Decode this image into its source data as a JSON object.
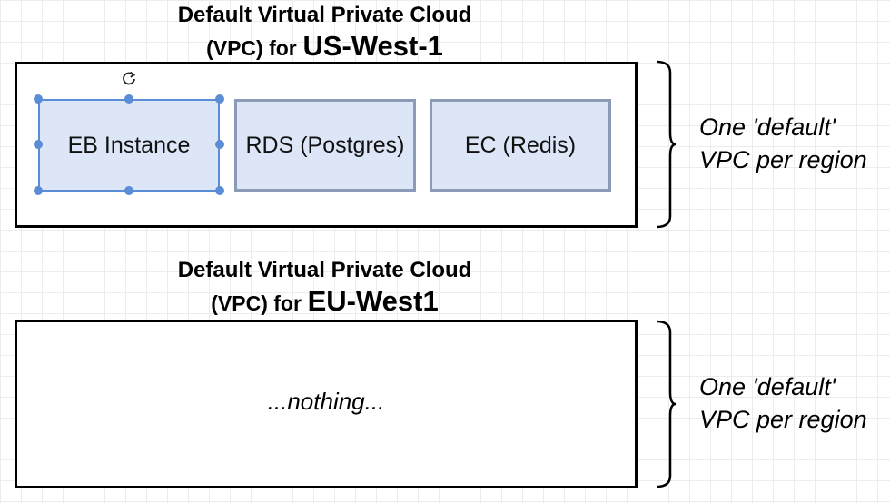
{
  "vpc1": {
    "title_line1": "Default Virtual Private Cloud",
    "title_prefix": "(VPC) for",
    "title_region": "US-West-1",
    "services": [
      "EB Instance",
      "RDS (Postgres)",
      "EC (Redis)"
    ],
    "note_line1": "One 'default'",
    "note_line2": "VPC per region"
  },
  "vpc2": {
    "title_line1": "Default Virtual Private Cloud",
    "title_prefix": "(VPC) for",
    "title_region": "EU-West1",
    "empty_text": "...nothing...",
    "note_line1": "One 'default'",
    "note_line2": "VPC per region"
  },
  "colors": {
    "service_fill": "#dce6f7",
    "service_border": "#8b9ab6",
    "selection": "#5b8cd6"
  },
  "icons": [
    "rotate-icon",
    "right-brace-icon"
  ]
}
